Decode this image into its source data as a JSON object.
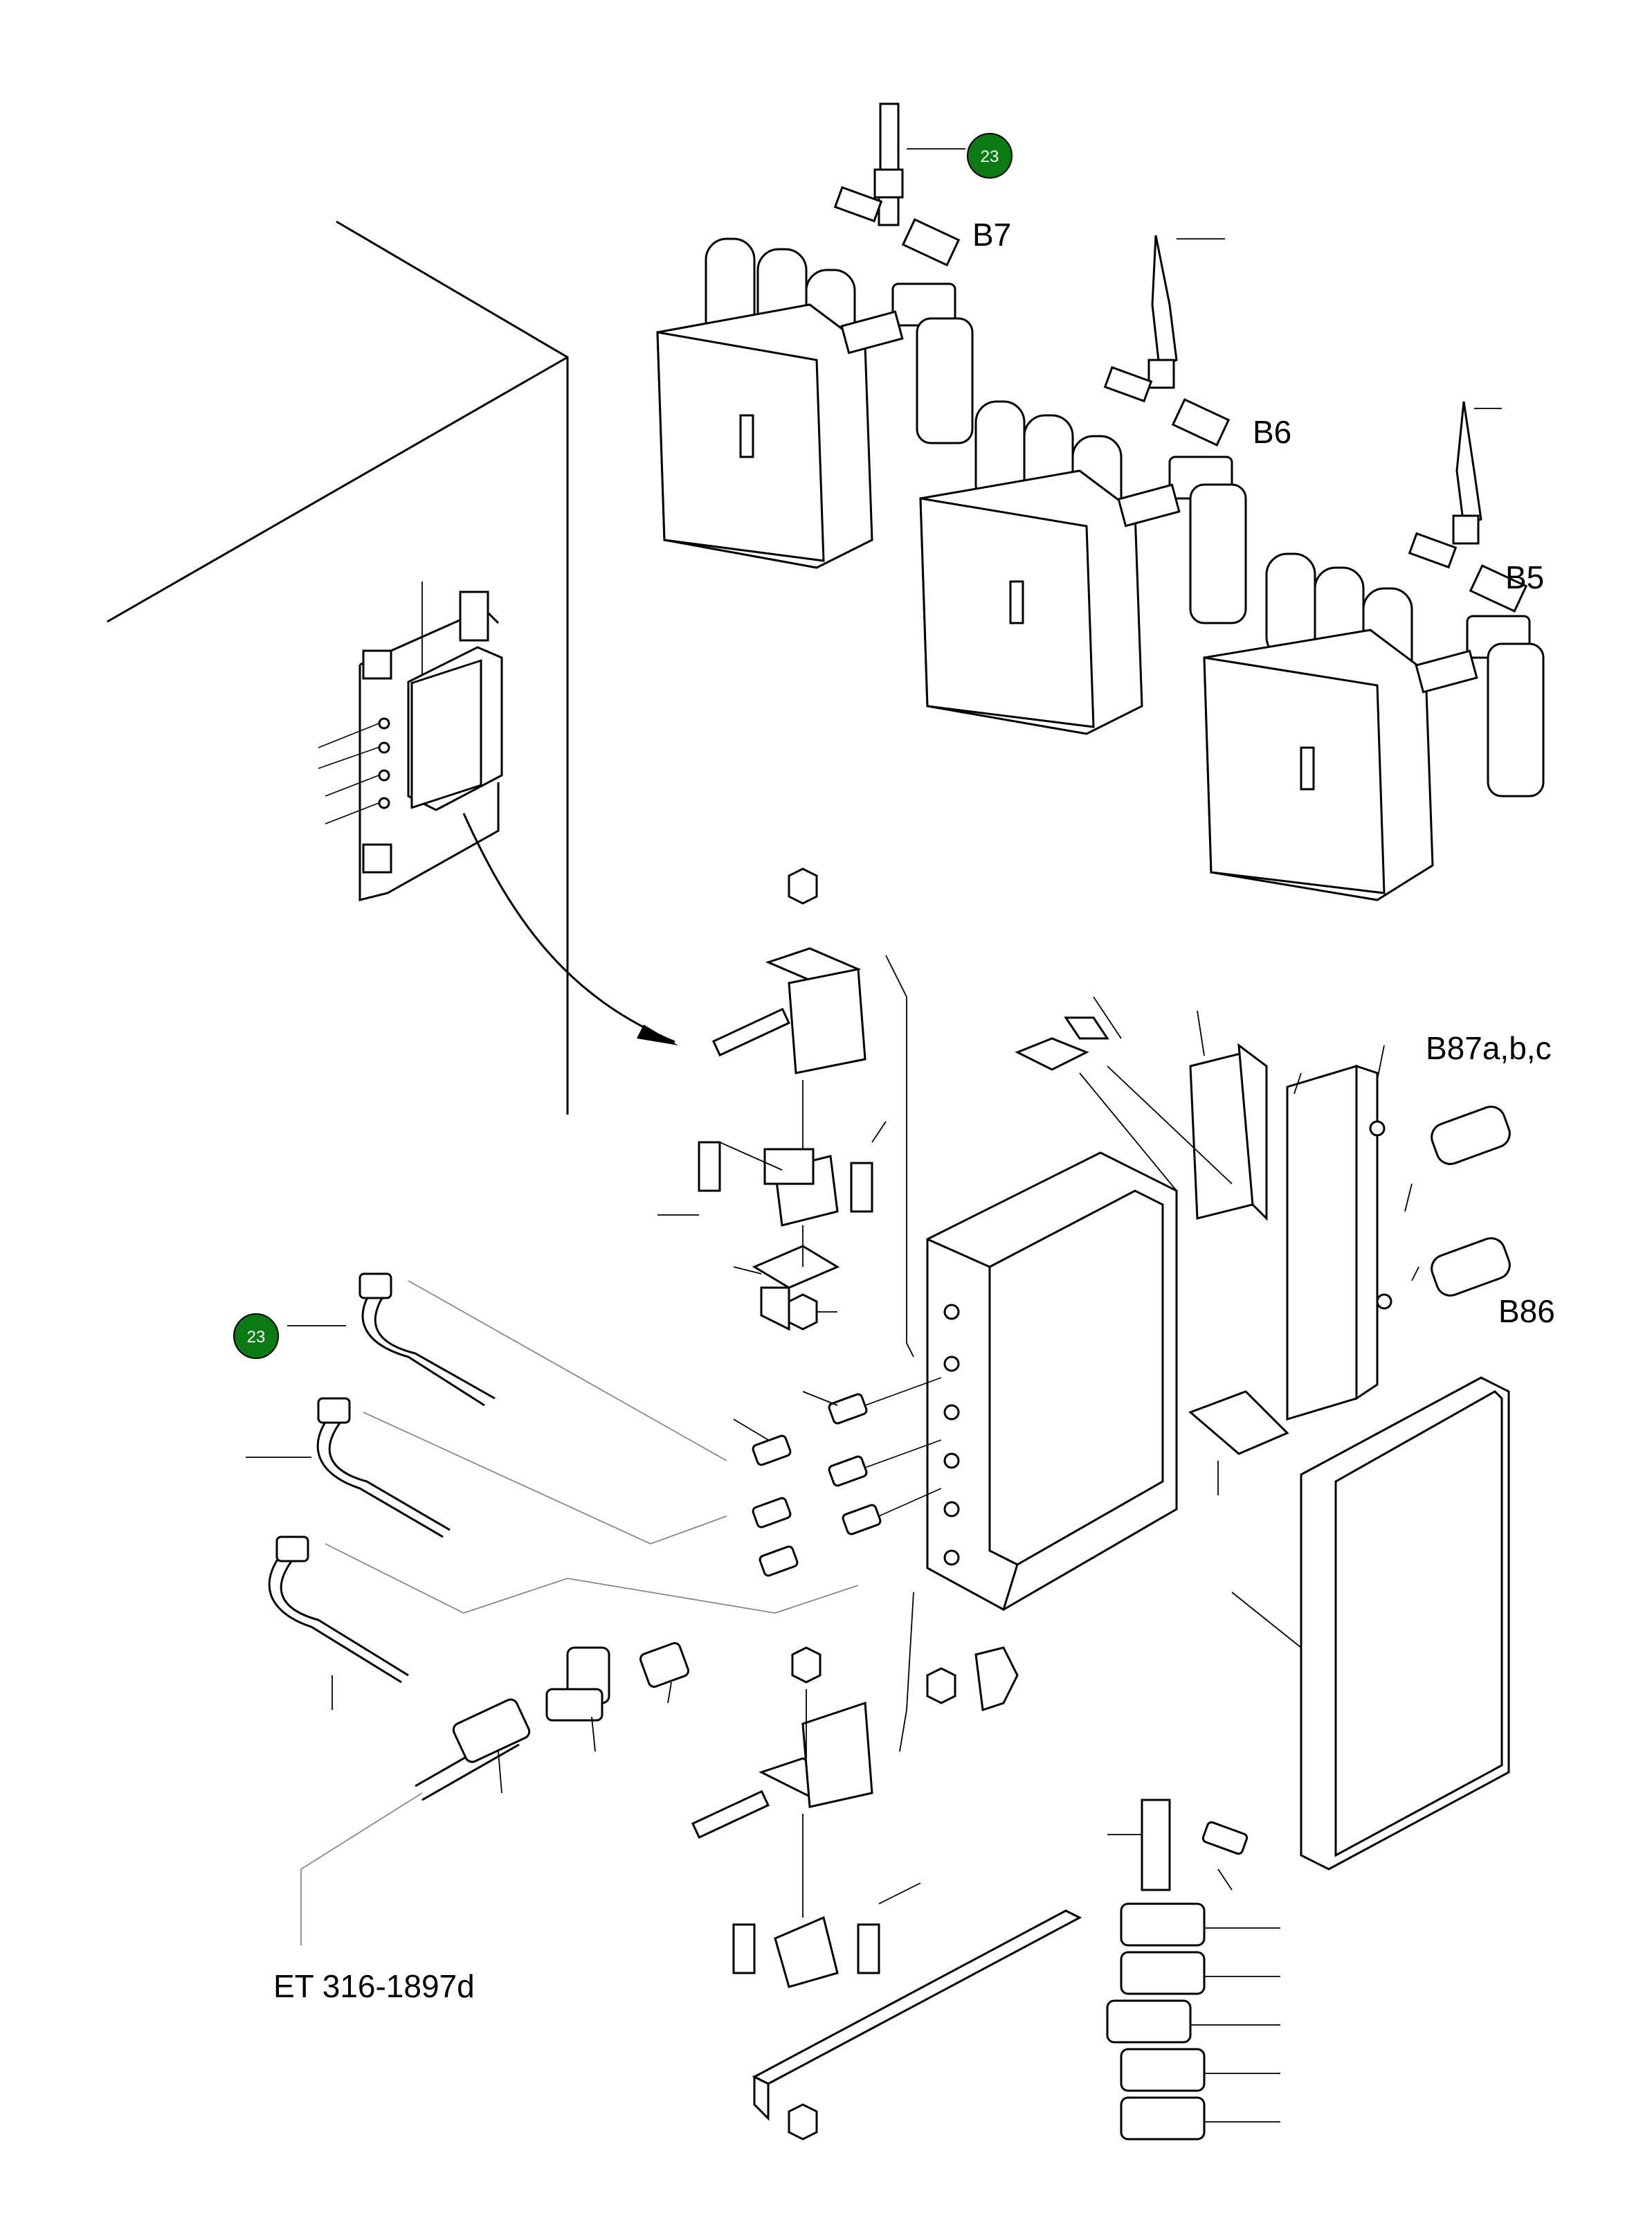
{
  "labels": {
    "b7": "B7",
    "b6": "B6",
    "b5": "B5",
    "b87": "B87a,b,c",
    "b86": "B86",
    "doc_ref": "ET 316-1897d"
  },
  "callouts": {
    "top": "23",
    "left": "23"
  },
  "colors": {
    "line": "#000000",
    "leader_grey": "#8a8a8a",
    "badge_fill": "#0a7a12",
    "badge_text": "#ffffff"
  }
}
